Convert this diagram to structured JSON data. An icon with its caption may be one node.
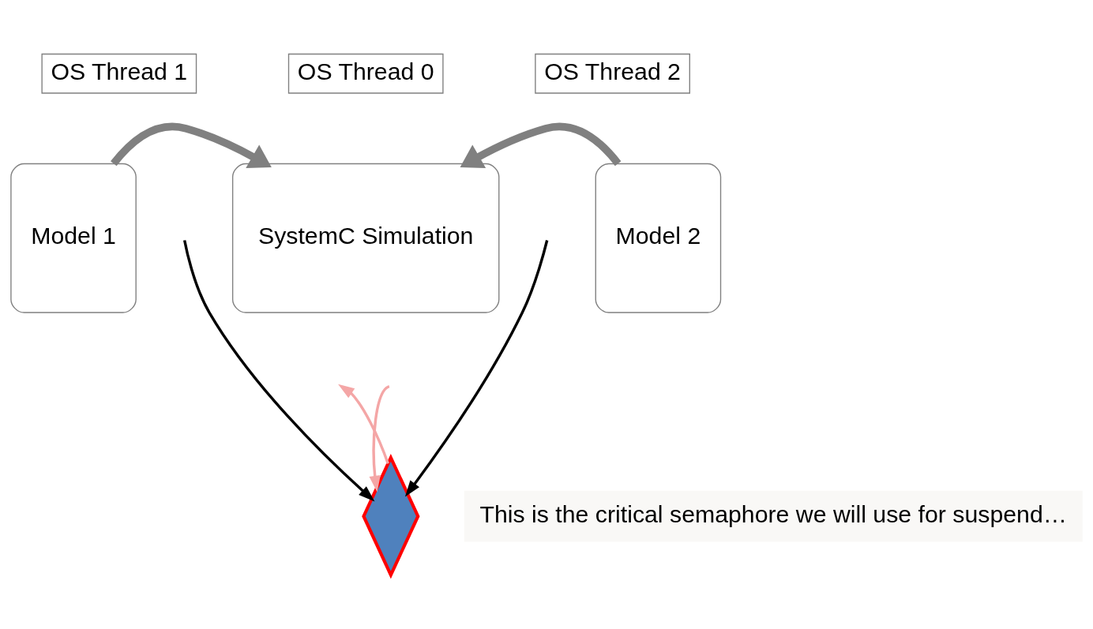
{
  "diagram": {
    "nodes": [
      {
        "text": [
          "OS Thread 1"
        ]
      },
      {
        "text": [
          "OS Thread 0"
        ]
      },
      {
        "text": [
          "OS Thread 2"
        ]
      },
      {
        "text": [
          "Model 1"
        ]
      },
      {
        "text": [
          "SystemC Simulation"
        ]
      },
      {
        "text": [
          "Model 2"
        ]
      },
      {
        "text": [],
        "shape": "diamond"
      },
      {
        "text": [
          "This is the critical semaphore we will use for suspend…"
        ]
      }
    ],
    "edges": [
      {
        "from": 3,
        "to": 4,
        "arrow": "to",
        "style": "thick",
        "color": "#808080"
      },
      {
        "from": 5,
        "to": 4,
        "arrow": "to",
        "style": "thick",
        "color": "#808080"
      },
      {
        "from": null,
        "to": 6,
        "arrow": "to",
        "color": "#000000"
      },
      {
        "from": null,
        "to": 6,
        "arrow": "to",
        "color": "#000000"
      },
      {
        "from": null,
        "to": 6,
        "arrow": "to",
        "color": "#f4a6a6"
      },
      {
        "from": 6,
        "to": null,
        "arrow": "to",
        "color": "#f4a6a6"
      }
    ]
  }
}
